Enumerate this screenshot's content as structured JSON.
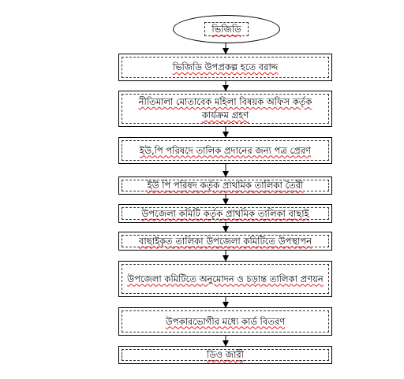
{
  "flowchart": {
    "start": "ভিজিডি",
    "steps": [
      "ভিজিডি উপপ্রকল্প হতে বরাদ্দ",
      "নীতিমালা মোতাবেক মহিলা বিষয়ক অফিস কর্তৃক কার্যক্রম গ্রহণ",
      "ইউ,পি পরিষদে তালিক প্রদানের জন্য পত্র প্রেরণ",
      "ইউ পি পরিষদ কর্তৃক প্রাথমিক তালিকা তৈরী",
      "উপজেলা কমিটি কর্তৃক প্রাথমিক তালিকা বাছাই",
      "বাছাইকৃত তালিকা উপজেলা কমিটিতে উপস্থাপন",
      "উপজেলা কমিটিতে অনুমোদন ও চড়ান্ত তালিকা প্রণয়ন",
      "উপকারভোগীর মধ্যে কার্ড বিতরণ",
      "ডিও জারী"
    ]
  },
  "colors": {
    "line": "#000000",
    "spellcheck_underline": "#e02020"
  }
}
